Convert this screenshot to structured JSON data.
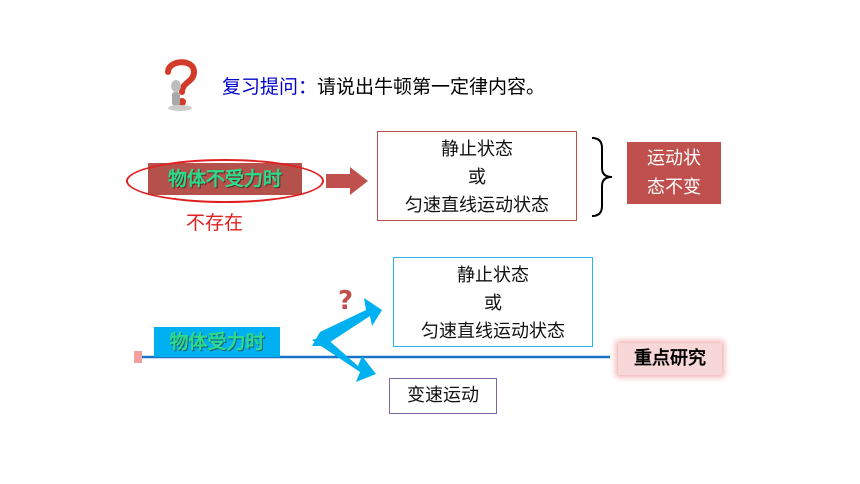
{
  "question": {
    "lead": "复习提问：",
    "text": "请说出牛顿第一定律内容。"
  },
  "top_row": {
    "condition": "物体不受力时",
    "note": "不存在",
    "states": [
      "静止状态",
      "或",
      "匀速直线运动状态"
    ],
    "result_lines": [
      "运动状",
      "态不变"
    ]
  },
  "bottom_row": {
    "condition": "物体受力时",
    "question_mark": "?",
    "states": [
      "静止状态",
      "或",
      "匀速直线运动状态"
    ],
    "variable": "变速运动",
    "focus": "重点研究"
  },
  "colors": {
    "red_fill": "#b5514b",
    "box_red": "#c0504d",
    "blue": "#00b0f0",
    "purple": "#8064a2",
    "question_blue": "#0000cc"
  },
  "icons": {
    "question": "question-mark-figure-icon",
    "arrow": "right-arrow-icon",
    "brace": "right-brace-icon"
  }
}
